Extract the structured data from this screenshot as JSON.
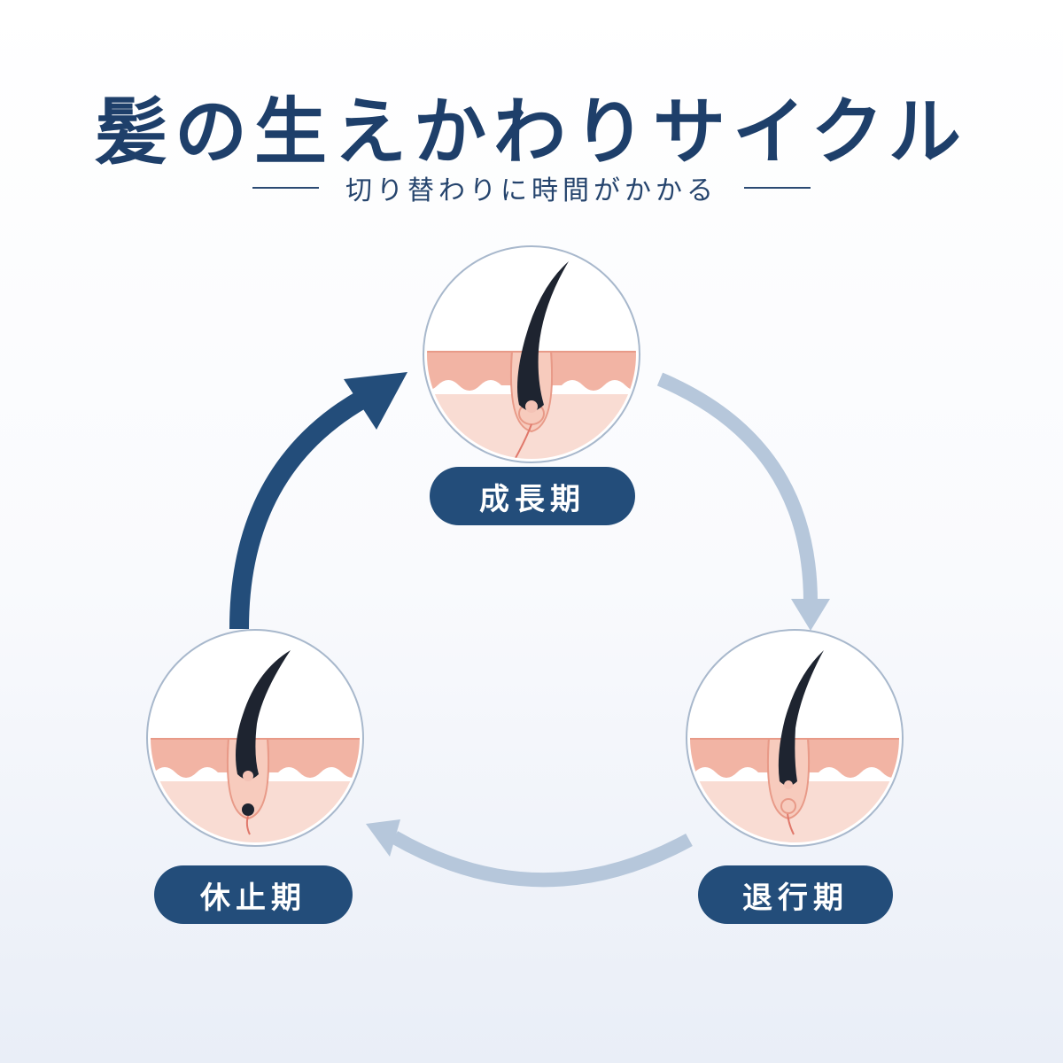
{
  "title": "髪の生えかわりサイクル",
  "subtitle": "切り替わりに時間がかかる",
  "stages": [
    {
      "id": "anagen",
      "label": "成長期"
    },
    {
      "id": "catagen",
      "label": "退行期"
    },
    {
      "id": "telogen",
      "label": "休止期"
    }
  ],
  "colors": {
    "title": "#1e3f6a",
    "pill": "#234d7a",
    "arrow_strong": "#234d7a",
    "arrow_light": "#b6c7db",
    "skin_top": "#f3b5a5",
    "skin_body": "#f9d9cf",
    "hair": "#1e2430"
  }
}
